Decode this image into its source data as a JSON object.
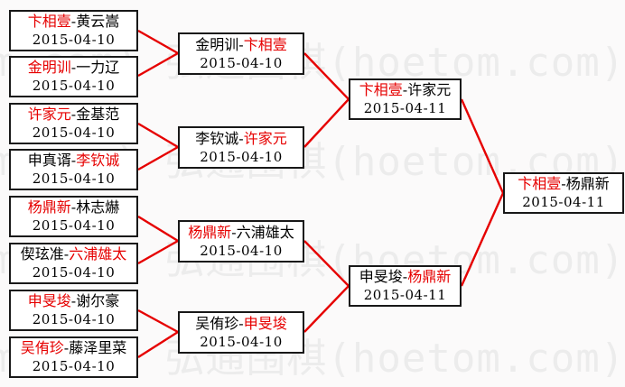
{
  "watermark": {
    "text": "弘通围棋(hoetom.com)",
    "color": "#ececec"
  },
  "colors": {
    "winner_text": "#e60000",
    "connector_line": "#e60000",
    "box_border": "#181818"
  },
  "separator": "-",
  "bracket": {
    "r16": [
      {
        "p1": "卞相壹",
        "p2": "黄云嵩",
        "winner": "p1",
        "date": "2015-04-10"
      },
      {
        "p1": "金明训",
        "p2": "一力辽",
        "winner": "p1",
        "date": "2015-04-10"
      },
      {
        "p1": "许家元",
        "p2": "金基范",
        "winner": "p1",
        "date": "2015-04-10"
      },
      {
        "p1": "申真谞",
        "p2": "李钦诚",
        "winner": "p2",
        "date": "2015-04-10"
      },
      {
        "p1": "杨鼎新",
        "p2": "林志爀",
        "winner": "p1",
        "date": "2015-04-10"
      },
      {
        "p1": "偰玹准",
        "p2": "六浦雄太",
        "winner": "p2",
        "date": "2015-04-10"
      },
      {
        "p1": "申旻埈",
        "p2": "谢尔豪",
        "winner": "p1",
        "date": "2015-04-10"
      },
      {
        "p1": "吴侑珍",
        "p2": "藤泽里菜",
        "winner": "p1",
        "date": "2015-04-10"
      }
    ],
    "qf": [
      {
        "p1": "金明训",
        "p2": "卞相壹",
        "winner": "p2",
        "date": "2015-04-10"
      },
      {
        "p1": "李钦诚",
        "p2": "许家元",
        "winner": "p2",
        "date": "2015-04-10"
      },
      {
        "p1": "杨鼎新",
        "p2": "六浦雄太",
        "winner": "p1",
        "date": "2015-04-10"
      },
      {
        "p1": "吴侑珍",
        "p2": "申旻埈",
        "winner": "p2",
        "date": "2015-04-10"
      }
    ],
    "sf": [
      {
        "p1": "卞相壹",
        "p2": "许家元",
        "winner": "p1",
        "date": "2015-04-11"
      },
      {
        "p1": "申旻埈",
        "p2": "杨鼎新",
        "winner": "p2",
        "date": "2015-04-11"
      }
    ],
    "final": [
      {
        "p1": "卞相壹",
        "p2": "杨鼎新",
        "winner": "p1",
        "date": "2015-04-11"
      }
    ]
  }
}
